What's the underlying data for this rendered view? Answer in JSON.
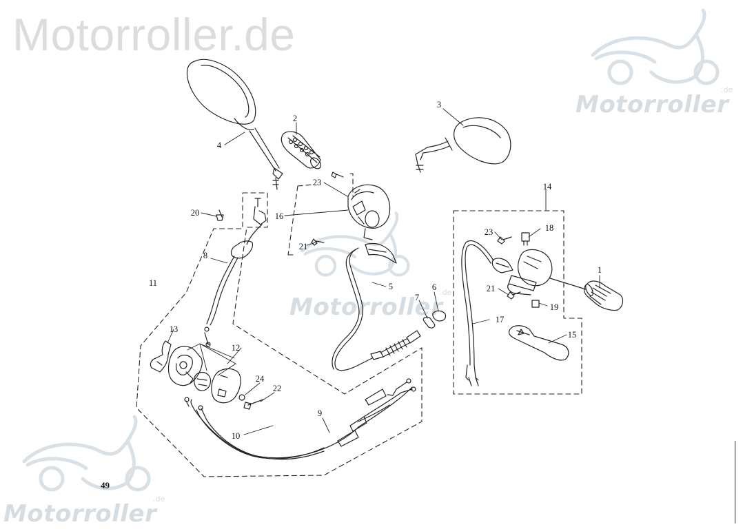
{
  "watermark": {
    "main": "Motorroller.de",
    "badge": "Motorroller",
    "badge_sup": ".de"
  },
  "page_number": "49",
  "callouts": {
    "p1": "1",
    "p2": "2",
    "p3": "3",
    "p4": "4",
    "p5": "5",
    "p6": "6",
    "p7": "7",
    "p8": "8",
    "p9": "9",
    "p10": "10",
    "p11": "11",
    "p12": "12",
    "p13": "13",
    "p14": "14",
    "p15": "15",
    "p16": "16",
    "p17": "17",
    "p18": "18",
    "p19": "19",
    "p20": "20",
    "p21a": "21",
    "p21b": "21",
    "p22": "22",
    "p23a": "23",
    "p23b": "23",
    "p24": "24"
  },
  "colors": {
    "ink": "#222222",
    "watermark": "#d6dde2"
  }
}
